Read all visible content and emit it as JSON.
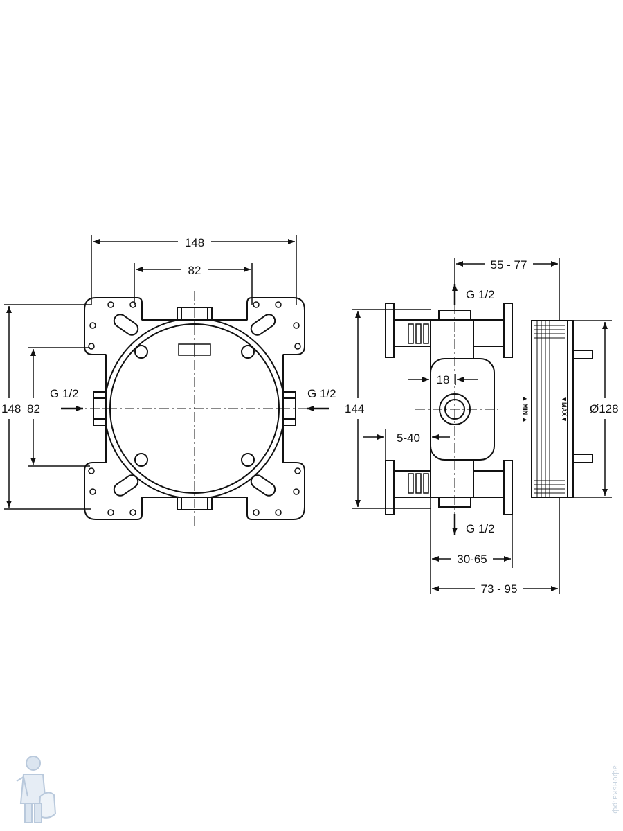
{
  "front_view": {
    "dim_width_outer": "148",
    "dim_width_inner": "82",
    "dim_height_outer": "148",
    "dim_height_inner": "82",
    "inlet_left": "G 1/2",
    "inlet_right": "G 1/2"
  },
  "side_view": {
    "dim_depth_adjust": "55 - 77",
    "dim_height": "144",
    "dim_diameter": "Ø128",
    "dim_outlet": "18",
    "dim_offset": "5-40",
    "dim_depth_min": "30-65",
    "dim_depth_total": "73 - 95",
    "outlet_top": "G 1/2",
    "outlet_bottom": "G 1/2",
    "mark_min": "▲ MIN ▲",
    "mark_max": "▼MAX▼"
  },
  "watermark": {
    "site": "афонька.рф"
  }
}
